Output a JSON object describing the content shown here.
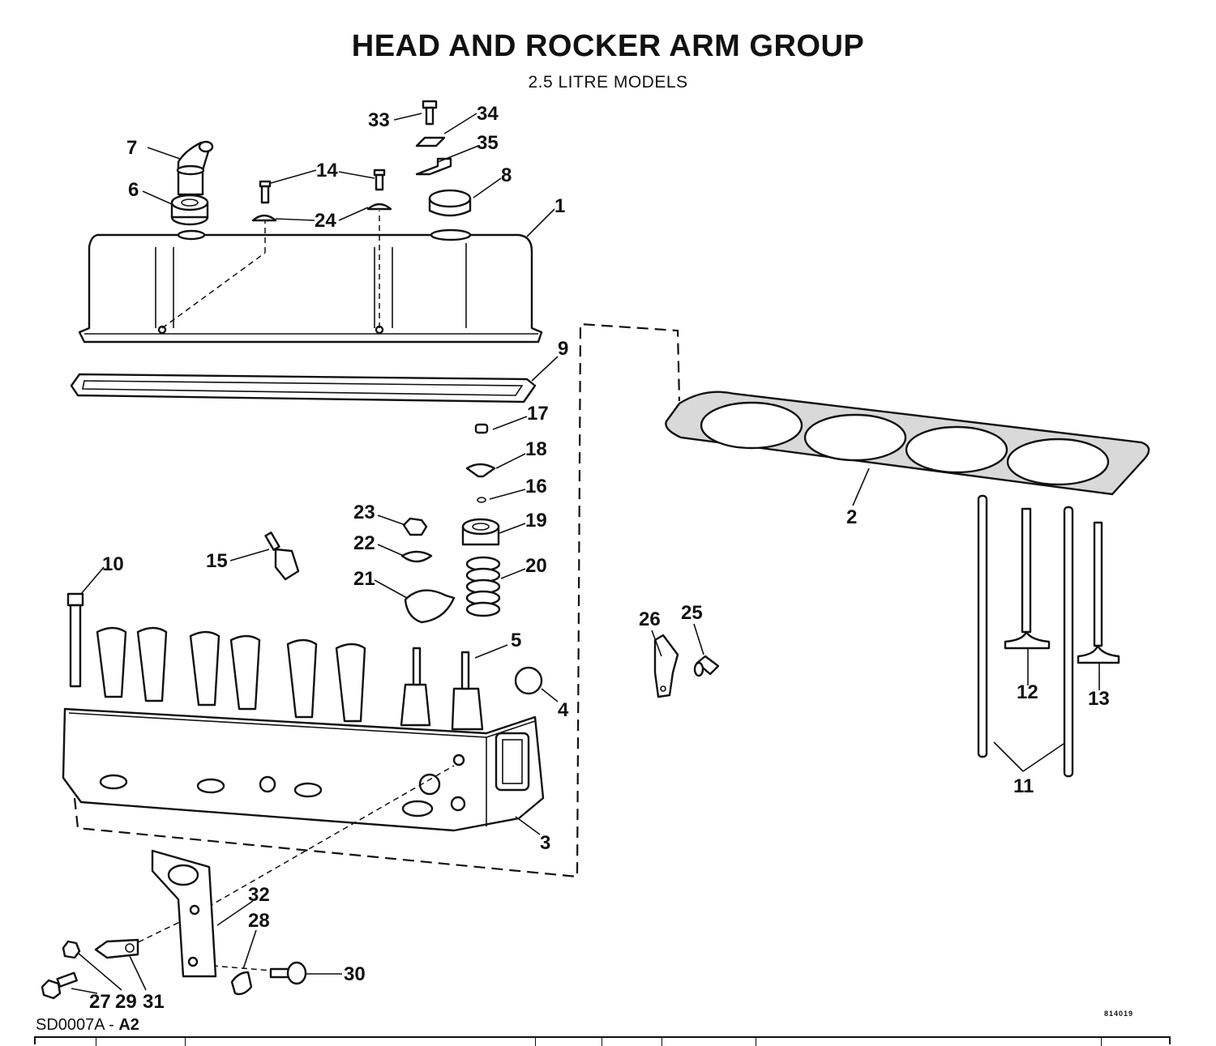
{
  "header": {
    "title": "HEAD AND ROCKER ARM GROUP",
    "subtitle": "2.5 LITRE MODELS"
  },
  "callouts": [
    "1",
    "2",
    "3",
    "4",
    "5",
    "6",
    "7",
    "8",
    "9",
    "10",
    "11",
    "12",
    "13",
    "14",
    "15",
    "16",
    "17",
    "18",
    "19",
    "20",
    "21",
    "22",
    "23",
    "24",
    "25",
    "26",
    "27",
    "28",
    "29",
    "30",
    "31",
    "32",
    "33",
    "34",
    "35"
  ],
  "footer": {
    "code": "SD0007A",
    "separator": "-",
    "revision": "A2",
    "drawing_number": "814019"
  }
}
